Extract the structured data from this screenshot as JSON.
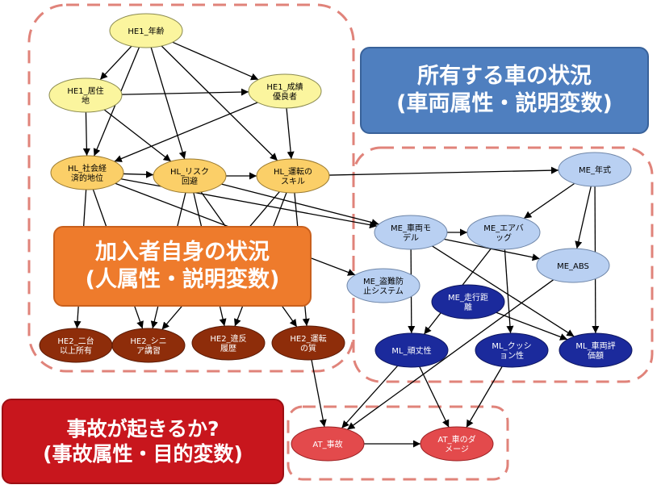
{
  "colors": {
    "he1_fill": "#fbf59e",
    "hl_fill": "#fbcf68",
    "he2_fill": "#8e2d0a",
    "me_fill": "#b9d0f2",
    "ml_fill": "#1b2a9c",
    "at_fill": "#e34a4c",
    "edge": "#000000",
    "group_border": "#e0837a"
  },
  "banners": {
    "vehicle": {
      "line1": "所有する車の状況",
      "line2": "(車両属性・説明変数)"
    },
    "person": {
      "line1": "加入者自身の状況",
      "line2": "(人属性・説明変数)"
    },
    "accident": {
      "line1": "事故が起きるか?",
      "line2": "(事故属性・目的変数)"
    }
  },
  "nodes": [
    {
      "id": "he1_age",
      "lines": [
        "HE1_年齢"
      ],
      "group": "he1"
    },
    {
      "id": "he1_residence",
      "lines": [
        "HE1_居住",
        "地"
      ],
      "group": "he1"
    },
    {
      "id": "he1_grades",
      "lines": [
        "HE1_成績",
        "優良者"
      ],
      "group": "he1"
    },
    {
      "id": "hl_social",
      "lines": [
        "HL_社会経",
        "済的地位"
      ],
      "group": "hl"
    },
    {
      "id": "hl_risk",
      "lines": [
        "HL_リスク",
        "回避"
      ],
      "group": "hl"
    },
    {
      "id": "hl_skill",
      "lines": [
        "HL_運転の",
        "スキル"
      ],
      "group": "hl"
    },
    {
      "id": "he2_cars",
      "lines": [
        "HE2_二台",
        "以上所有"
      ],
      "group": "he2"
    },
    {
      "id": "he2_senior",
      "lines": [
        "HE2_シニ",
        "ア講習"
      ],
      "group": "he2"
    },
    {
      "id": "he2_violation",
      "lines": [
        "HE2_違反",
        "履歴"
      ],
      "group": "he2"
    },
    {
      "id": "he2_quality",
      "lines": [
        "HE2_運転",
        "の質"
      ],
      "group": "he2"
    },
    {
      "id": "me_year",
      "lines": [
        "ME_年式"
      ],
      "group": "me"
    },
    {
      "id": "me_model",
      "lines": [
        "ME_車両モ",
        "デル"
      ],
      "group": "me"
    },
    {
      "id": "me_airbag",
      "lines": [
        "ME_エアバ",
        "ッグ"
      ],
      "group": "me"
    },
    {
      "id": "me_abs",
      "lines": [
        "ME_ABS"
      ],
      "group": "me"
    },
    {
      "id": "me_antitheft",
      "lines": [
        "ME_盗難防",
        "止システム"
      ],
      "group": "me"
    },
    {
      "id": "me_mileage",
      "lines": [
        "ME_走行距",
        "離"
      ],
      "group": "ml"
    },
    {
      "id": "ml_sturdy",
      "lines": [
        "ML_頑丈性"
      ],
      "group": "ml"
    },
    {
      "id": "ml_cushion",
      "lines": [
        "ML_クッシ",
        "ョン性"
      ],
      "group": "ml"
    },
    {
      "id": "ml_value",
      "lines": [
        "ML_車両評",
        "価額"
      ],
      "group": "ml"
    },
    {
      "id": "at_accident",
      "lines": [
        "AT_事故"
      ],
      "group": "at"
    },
    {
      "id": "at_damage",
      "lines": [
        "AT_車のダ",
        "メージ"
      ],
      "group": "at"
    }
  ],
  "edges": [
    [
      "he1_age",
      "he1_residence"
    ],
    [
      "he1_age",
      "he1_grades"
    ],
    [
      "he1_age",
      "hl_social"
    ],
    [
      "he1_age",
      "hl_risk"
    ],
    [
      "he1_age",
      "hl_skill"
    ],
    [
      "he1_residence",
      "he1_grades"
    ],
    [
      "he1_residence",
      "hl_social"
    ],
    [
      "he1_residence",
      "hl_risk"
    ],
    [
      "he1_grades",
      "hl_social"
    ],
    [
      "he1_grades",
      "hl_skill"
    ],
    [
      "hl_social",
      "hl_risk"
    ],
    [
      "hl_social",
      "he2_cars"
    ],
    [
      "hl_social",
      "he2_senior"
    ],
    [
      "hl_social",
      "me_model"
    ],
    [
      "hl_social",
      "me_antitheft"
    ],
    [
      "hl_risk",
      "hl_skill"
    ],
    [
      "hl_risk",
      "he2_senior"
    ],
    [
      "hl_risk",
      "he2_violation"
    ],
    [
      "hl_risk",
      "he2_quality"
    ],
    [
      "hl_risk",
      "me_model"
    ],
    [
      "hl_skill",
      "me_year"
    ],
    [
      "hl_skill",
      "he2_violation"
    ],
    [
      "hl_skill",
      "he2_quality"
    ],
    [
      "hl_skill",
      "he2_senior"
    ],
    [
      "he2_quality",
      "at_accident"
    ],
    [
      "me_year",
      "me_airbag"
    ],
    [
      "me_year",
      "me_abs"
    ],
    [
      "me_year",
      "ml_value"
    ],
    [
      "me_model",
      "me_airbag"
    ],
    [
      "me_model",
      "me_abs"
    ],
    [
      "me_model",
      "ml_sturdy"
    ],
    [
      "me_model",
      "ml_value"
    ],
    [
      "me_airbag",
      "ml_sturdy"
    ],
    [
      "me_airbag",
      "ml_cushion"
    ],
    [
      "me_abs",
      "at_accident"
    ],
    [
      "me_mileage",
      "ml_value"
    ],
    [
      "ml_sturdy",
      "at_accident"
    ],
    [
      "ml_sturdy",
      "at_damage"
    ],
    [
      "ml_cushion",
      "at_damage"
    ],
    [
      "at_accident",
      "at_damage"
    ]
  ]
}
